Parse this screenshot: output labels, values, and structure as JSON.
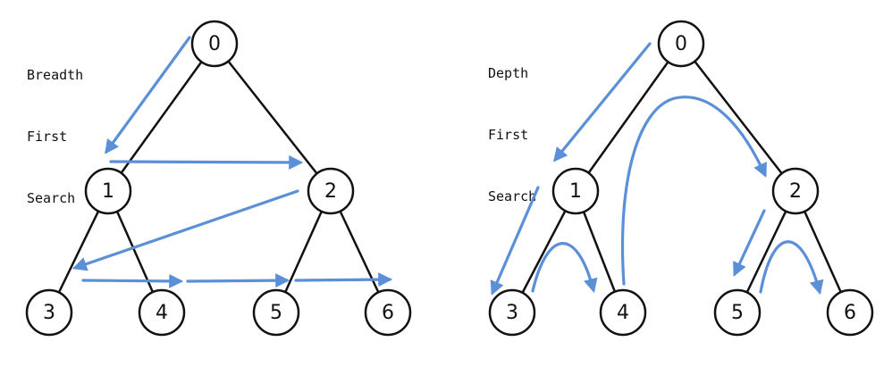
{
  "diagrams": [
    {
      "name": "bfs",
      "caption": [
        "Breadth",
        "First",
        "Search"
      ],
      "nodes": [
        "0",
        "1",
        "2",
        "3",
        "4",
        "5",
        "6"
      ],
      "edges": [
        [
          "0",
          "1"
        ],
        [
          "0",
          "2"
        ],
        [
          "1",
          "3"
        ],
        [
          "1",
          "4"
        ],
        [
          "2",
          "5"
        ],
        [
          "2",
          "6"
        ]
      ]
    },
    {
      "name": "dfs",
      "caption": [
        "Depth",
        "First",
        "Search"
      ],
      "nodes": [
        "0",
        "1",
        "2",
        "3",
        "4",
        "5",
        "6"
      ],
      "edges": [
        [
          "0",
          "1"
        ],
        [
          "0",
          "2"
        ],
        [
          "1",
          "3"
        ],
        [
          "1",
          "4"
        ],
        [
          "2",
          "5"
        ],
        [
          "2",
          "6"
        ]
      ]
    }
  ],
  "colors": {
    "arrow": "#5b8fd8",
    "edge": "#111111",
    "node_fill": "#ffffff",
    "node_stroke": "#111111",
    "text": "#111111"
  }
}
